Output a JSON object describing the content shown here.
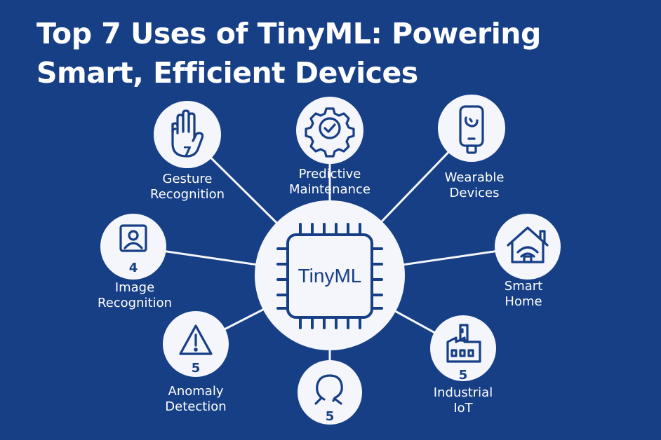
{
  "title": {
    "line1": "Top 7 Uses of TinyML: Powering",
    "line2": "Smart, Efficient Devices"
  },
  "colors": {
    "background": "#173f86",
    "circle": "#f4f6fb",
    "icon": "#173f86",
    "text": "#ffffff"
  },
  "hub": {
    "label": "TinyML",
    "icon": "microchip-icon"
  },
  "nodes": [
    {
      "id": "gesture",
      "line1": "Gesture",
      "line2": "Recognition",
      "number": "7",
      "icon": "hand-icon"
    },
    {
      "id": "predictive",
      "line1": "Predictive",
      "line2": "Maintenance",
      "number": "",
      "icon": "gear-check-icon"
    },
    {
      "id": "wearable",
      "line1": "Wearable",
      "line2": "Devices",
      "number": "",
      "icon": "smartwatch-icon"
    },
    {
      "id": "smarthome",
      "line1": "Smart",
      "line2": "Home",
      "number": "",
      "icon": "house-wifi-icon"
    },
    {
      "id": "image",
      "line1": "Image",
      "line2": "Recognition",
      "number": "4",
      "icon": "portrait-icon"
    },
    {
      "id": "anomaly",
      "line1": "Anomaly",
      "line2": "Detection",
      "number": "5",
      "icon": "warning-icon"
    },
    {
      "id": "voice",
      "line1": "",
      "line2": "",
      "number": "5",
      "icon": "head-icon"
    },
    {
      "id": "industrial",
      "line1": "Industrial",
      "line2": "IoT",
      "number": "5",
      "icon": "factory-icon"
    }
  ]
}
